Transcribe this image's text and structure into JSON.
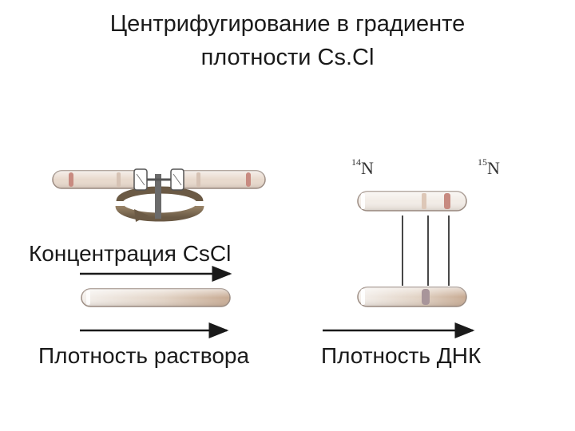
{
  "title": {
    "line1": "Центрифугирование в градиенте",
    "line2": "плотности Cs.Cl"
  },
  "labels": {
    "concentration": "Концентрация CsCl",
    "solution_density": "Плотность раствора",
    "dna_density": "Плотность ДНК"
  },
  "isotopes": {
    "light": {
      "mass": "14",
      "symbol": "N"
    },
    "heavy": {
      "mass": "15",
      "symbol": "N"
    }
  },
  "colors": {
    "arrow": "#1a1a1a",
    "tube_glass": "#e9e2dc",
    "gradient_light": "#f3efeb",
    "gradient_dark": "#c9ad97",
    "band_light": "#d9b7a4",
    "band_heavy": "#c8897c",
    "rotor": "#7a6a5a"
  },
  "icons": [
    "centrifuge-rotor-icon",
    "rotation-arrow-icon",
    "test-tube-icon"
  ]
}
